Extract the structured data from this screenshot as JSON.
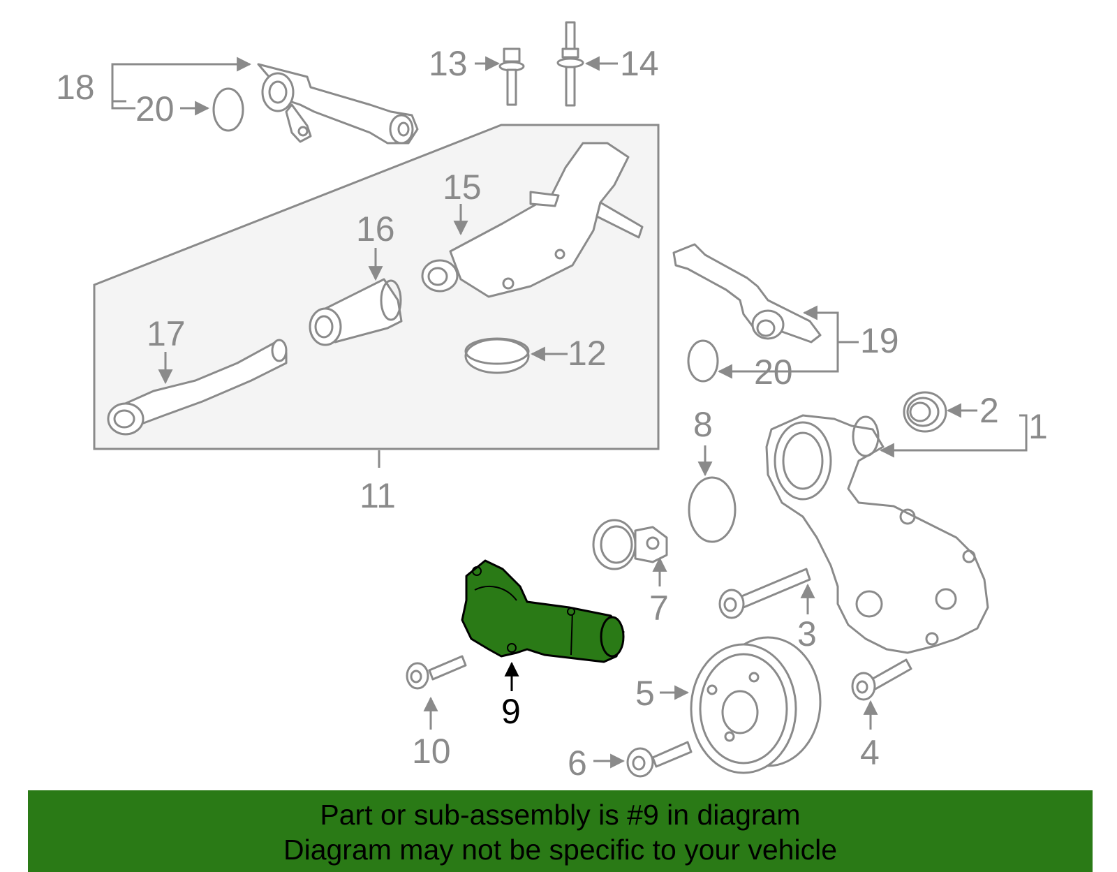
{
  "diagram": {
    "callouts": [
      "1",
      "2",
      "3",
      "4",
      "5",
      "6",
      "7",
      "8",
      "9",
      "10",
      "11",
      "12",
      "13",
      "14",
      "15",
      "16",
      "17",
      "18",
      "19",
      "20",
      "20"
    ],
    "highlighted_part": "9",
    "highlight_color": "#2a7a16",
    "line_color": "#8a8a8a"
  },
  "banner": {
    "line1": "Part or sub-assembly is #9 in diagram",
    "line2": "Diagram may not be specific to your vehicle",
    "background": "#2a7a16"
  }
}
